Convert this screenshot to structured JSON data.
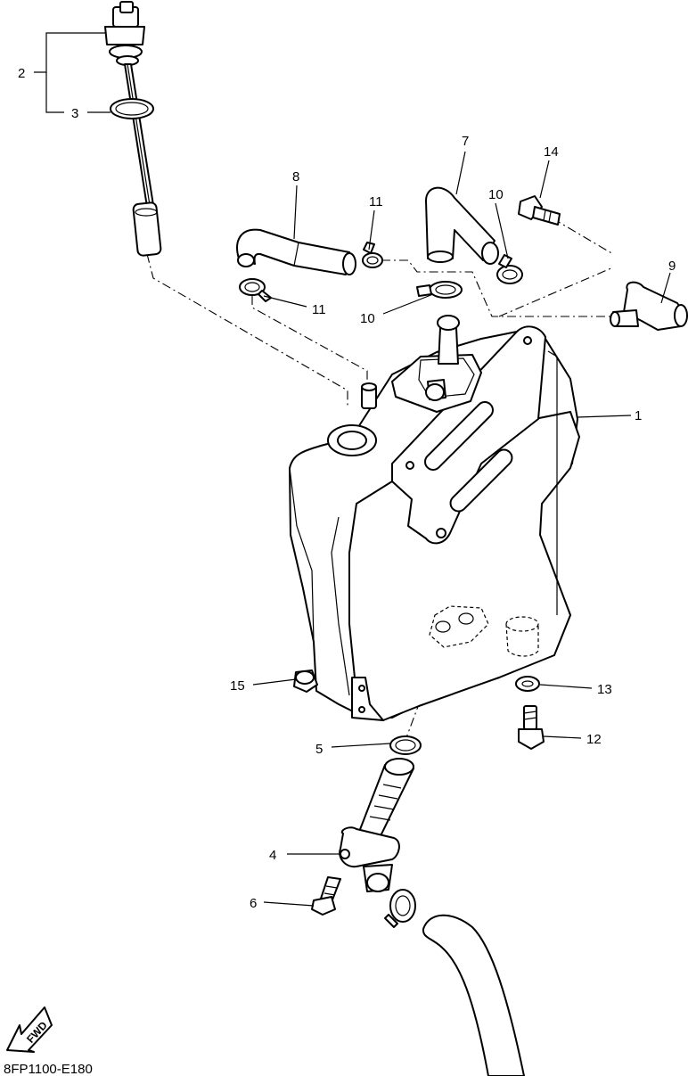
{
  "callouts": [
    {
      "id": "c1",
      "label": "1"
    },
    {
      "id": "c2",
      "label": "2"
    },
    {
      "id": "c3",
      "label": "3"
    },
    {
      "id": "c4",
      "label": "4"
    },
    {
      "id": "c5",
      "label": "5"
    },
    {
      "id": "c6",
      "label": "6"
    },
    {
      "id": "c7",
      "label": "7"
    },
    {
      "id": "c8",
      "label": "8"
    },
    {
      "id": "c9",
      "label": "9"
    },
    {
      "id": "c10a",
      "label": "10"
    },
    {
      "id": "c10b",
      "label": "10"
    },
    {
      "id": "c11a",
      "label": "11"
    },
    {
      "id": "c11b",
      "label": "11"
    },
    {
      "id": "c12",
      "label": "12"
    },
    {
      "id": "c13",
      "label": "13"
    },
    {
      "id": "c14",
      "label": "14"
    },
    {
      "id": "c15",
      "label": "15"
    }
  ],
  "fwd_label": "FWD",
  "diagram_code": "8FP1100-E180"
}
